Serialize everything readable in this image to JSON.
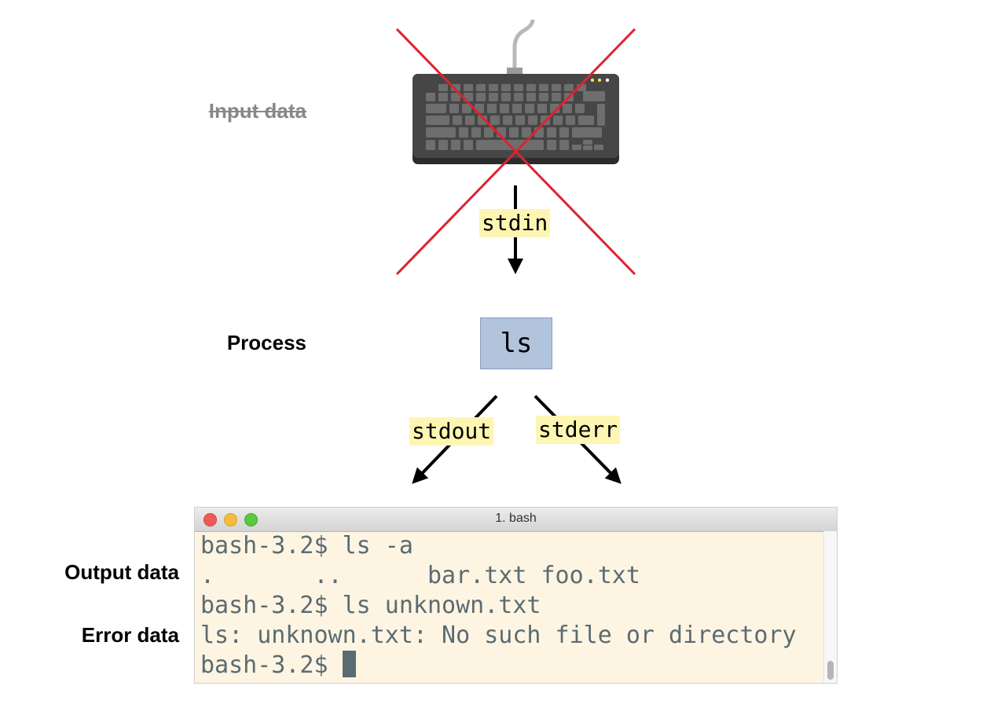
{
  "labels": {
    "input": "Input data",
    "process": "Process",
    "output": "Output data",
    "error": "Error data"
  },
  "streams": {
    "stdin": "stdin",
    "stdout": "stdout",
    "stderr": "stderr"
  },
  "process_name": "ls",
  "terminal": {
    "title": "1. bash",
    "lines": [
      "bash-3.2$ ls -a",
      ".       ..      bar.txt foo.txt",
      "bash-3.2$ ls unknown.txt",
      "ls: unknown.txt: No such file or directory",
      "bash-3.2$ "
    ]
  },
  "colors": {
    "cross": "#dc2430",
    "stream_highlight": "#fdf6b2",
    "process_box": "#b2c3dc",
    "terminal_bg": "#fdf5e2",
    "terminal_text": "#5b6b73"
  }
}
